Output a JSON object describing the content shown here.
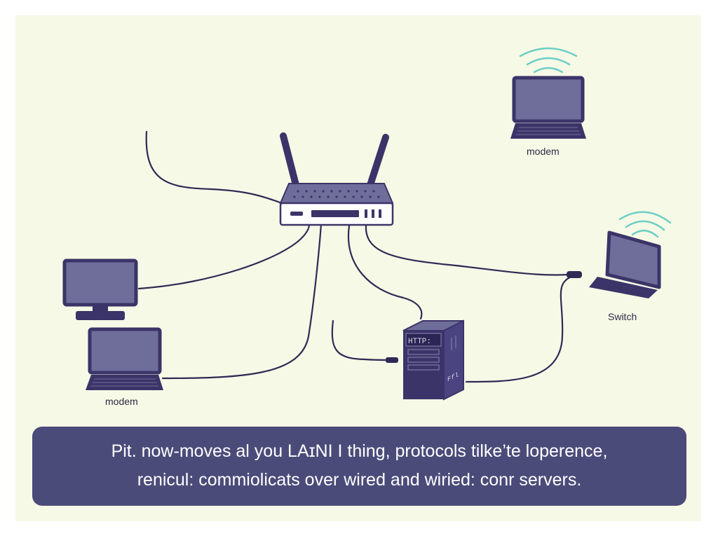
{
  "diagram": {
    "labels": {
      "top_right_laptop": "modem",
      "right_laptop": "Switch",
      "left_laptop": "modem",
      "server_screen": "HTTP:",
      "server_side": "Ffl"
    },
    "caption": {
      "line1": "Pit. now-moves al you LAɪNI I thing, protocols tilke’te loperence,",
      "line2": "renicul: commiolicats over wired and wiried: conr servers."
    },
    "colors": {
      "background": "#f6f9e6",
      "device": "#3b3468",
      "screen": "#6f6e9a",
      "wifi": "#6ccfc5",
      "caption_bg": "#4b4b7a"
    }
  }
}
